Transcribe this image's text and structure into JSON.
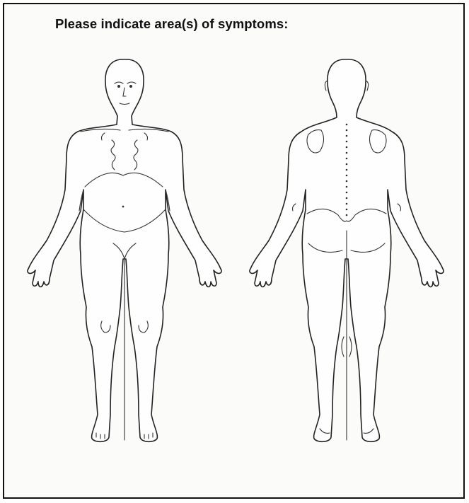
{
  "form": {
    "prompt": "Please indicate area(s) of symptoms:"
  },
  "figures": [
    {
      "view": "front",
      "icon": "body-front-outline"
    },
    {
      "view": "back",
      "icon": "body-back-outline"
    }
  ]
}
